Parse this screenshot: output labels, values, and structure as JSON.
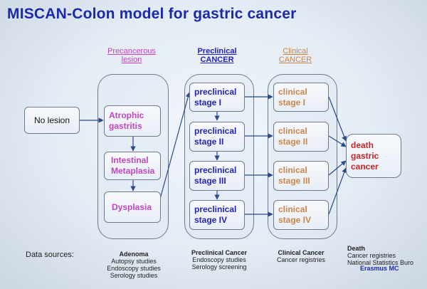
{
  "title": "MISCAN-Colon model for gastric cancer",
  "column_headers": {
    "precancerous": [
      "Precancerous",
      "lesion"
    ],
    "preclinical": [
      "Preclinical",
      "CANCER"
    ],
    "clinical": [
      "Clinical",
      "CANCER"
    ]
  },
  "nodes": {
    "no_lesion": "No lesion",
    "atrophic": [
      "Atrophic",
      "gastritis"
    ],
    "intestinal": [
      "Intestinal",
      "Metaplasia"
    ],
    "dysplasia": "Dysplasia",
    "preclinical": [
      [
        "preclinical",
        "stage I"
      ],
      [
        "preclinical",
        "stage II"
      ],
      [
        "preclinical",
        "stage III"
      ],
      [
        "preclinical",
        "stage IV"
      ]
    ],
    "clinical": [
      [
        "clinical",
        "stage I"
      ],
      [
        "clinical",
        "stage II"
      ],
      [
        "clinical",
        "stage III"
      ],
      [
        "clinical",
        "stage IV"
      ]
    ],
    "death": [
      "death",
      "gastric",
      "cancer"
    ]
  },
  "data_sources": {
    "label": "Data sources:",
    "adenoma": {
      "title": "Adenoma",
      "items": [
        "Autopsy studies",
        "Endoscopy studies",
        "Serology studies"
      ]
    },
    "preclinical": {
      "title": "Preclinical Cancer",
      "items": [
        "Endoscopy studies",
        "Serology screening"
      ]
    },
    "clinical": {
      "title": "Clinical Cancer",
      "items": [
        "Cancer registries"
      ]
    },
    "death": {
      "title": "Death",
      "items": [
        "Cancer registries",
        "National Statistics Buro"
      ]
    }
  },
  "logo_text": "Erasmus MC",
  "colors": {
    "title": "#1b2aa8",
    "precancerous": "#c046c0",
    "preclinical": "#2323b8",
    "clinical": "#c9864a",
    "death": "#c4282a"
  }
}
